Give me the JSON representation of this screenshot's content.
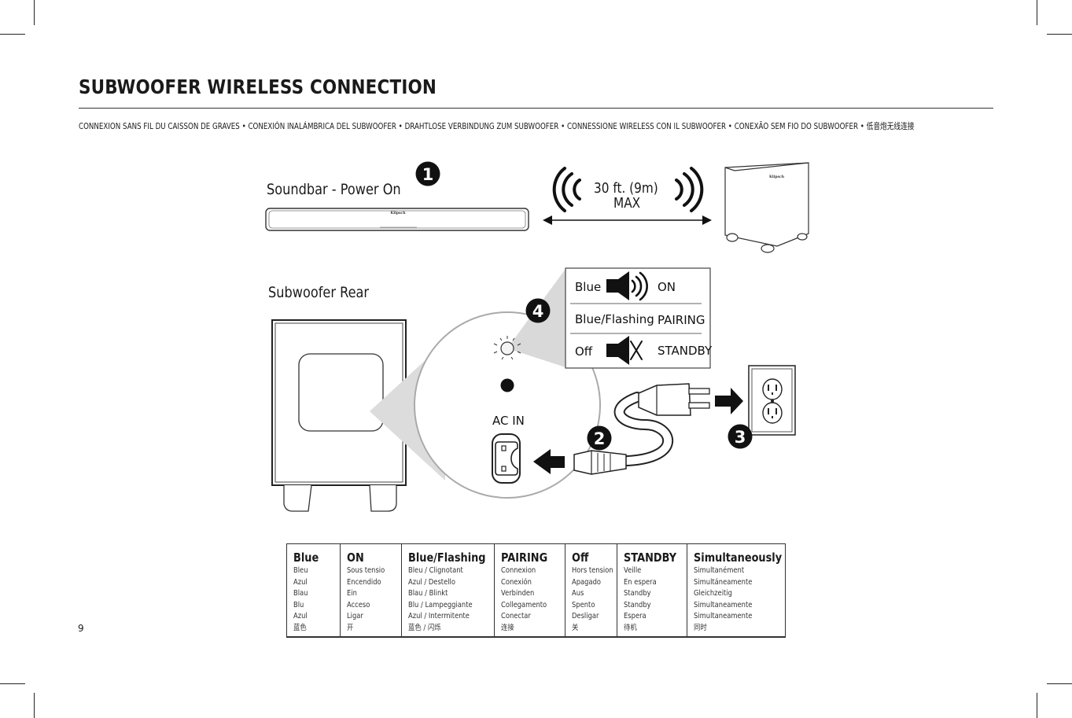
{
  "page": {
    "title": "SUBWOOFER WIRELESS CONNECTION",
    "subtitle": "CONNEXION SANS FIL DU CAISSON DE GRAVES  •  CONEXIÓN INALÁMBRICA DEL SUBWOOFER  •  DRAHTLOSE VERBINDUNG ZUM SUBWOOFER  •  CONNESSIONE WIRELESS CON IL SUBWOOFER  •  CONEXÃO SEM FIO DO SUBWOOFER  •  低音炮无线连接",
    "page_number": "9"
  },
  "diagram": {
    "soundbar_label": "Soundbar - Power On",
    "distance_line1": "30 ft. (9m)",
    "distance_line2": "MAX",
    "subwoofer_rear_label": "Subwoofer Rear",
    "ac_in_label": "AC IN",
    "brand_mark": "Klipsch",
    "steps": [
      "1",
      "2",
      "3",
      "4"
    ],
    "status_rows": [
      {
        "color": "Blue",
        "state": "ON",
        "icon": "speaker-sound-icon"
      },
      {
        "color": "Blue/Flashing",
        "state": "PAIRING",
        "icon": ""
      },
      {
        "color": "Off",
        "state": "STANDBY",
        "icon": "speaker-muted-icon"
      }
    ]
  },
  "legend": {
    "columns": [
      {
        "head": "Blue",
        "items": [
          "Bleu",
          "Azul",
          "Blau",
          "Blu",
          "Azul",
          "蓝色"
        ]
      },
      {
        "head": "ON",
        "items": [
          "Sous tensio",
          "Encendido",
          "Ein",
          "Acceso",
          "Ligar",
          "开"
        ]
      },
      {
        "head": "Blue/Flashing",
        "items": [
          "Bleu / Clignotant",
          "Azul / Destello",
          "Blau / Blinkt",
          "Blu / Lampeggiante",
          "Azul / Intermitente",
          "蓝色 / 闪烁"
        ]
      },
      {
        "head": "PAIRING",
        "items": [
          "Connexion",
          "Conexión",
          "Verbinden",
          "Collegamento",
          "Conectar",
          "连接"
        ]
      },
      {
        "head": "Off",
        "items": [
          "Hors tension",
          "Apagado",
          "Aus",
          "Spento",
          "Desligar",
          "关"
        ]
      },
      {
        "head": "STANDBY",
        "items": [
          "Veille",
          "En espera",
          "Standby",
          "Standby",
          "Espera",
          "待机"
        ]
      },
      {
        "head": "Simultaneously",
        "items": [
          "Simultanément",
          "Simultáneamente",
          "Gleichzeitig",
          "Simultaneamente",
          "Simultaneamente",
          "同时"
        ]
      }
    ]
  }
}
